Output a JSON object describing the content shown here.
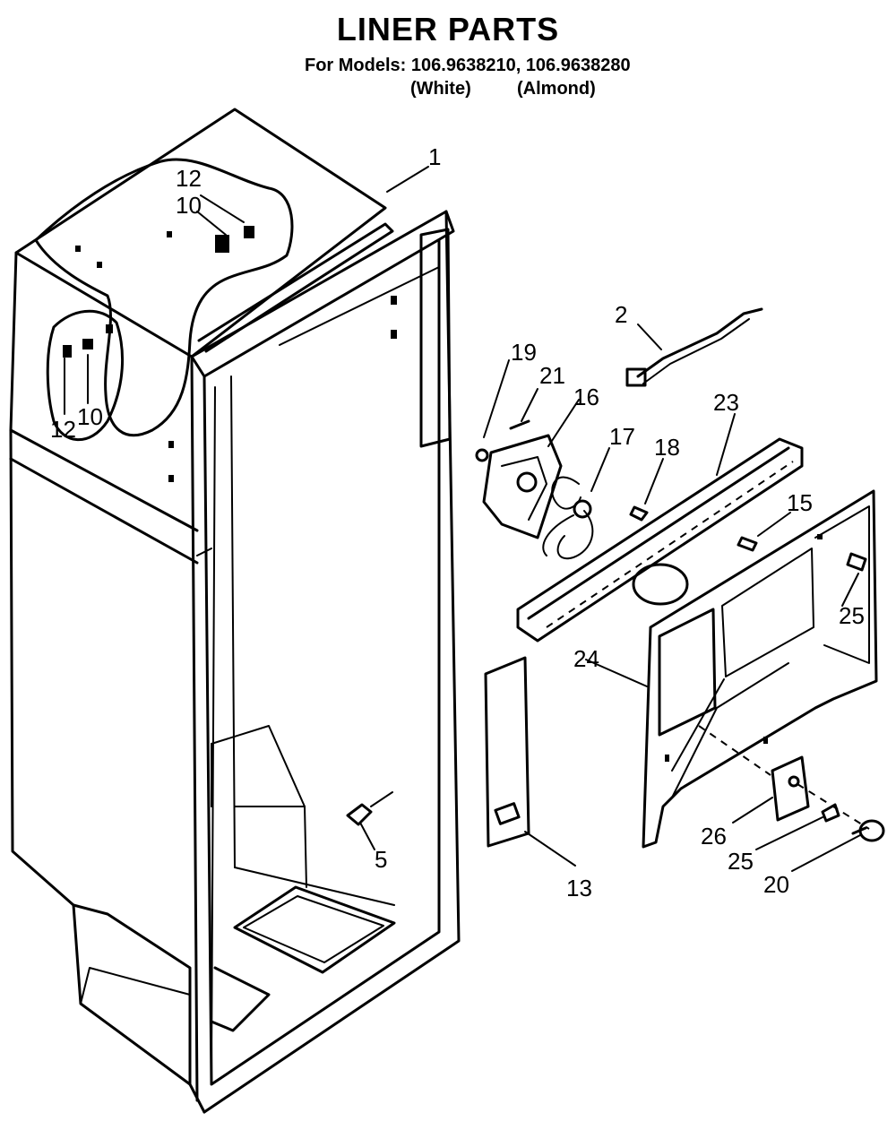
{
  "title": "LINER PARTS",
  "models": {
    "prefix": "For Models:",
    "model_1": "106.9638210,",
    "model_2": "106.9638280",
    "color_1": "(White)",
    "color_2": "(Almond)"
  },
  "callouts": {
    "c1": "1",
    "c2": "2",
    "c5": "5",
    "c10a": "10",
    "c10b": "10",
    "c12a": "12",
    "c12b": "12",
    "c13": "13",
    "c15": "15",
    "c16": "16",
    "c17": "17",
    "c18": "18",
    "c19": "19",
    "c20": "20",
    "c21": "21",
    "c23": "23",
    "c24": "24",
    "c25a": "25",
    "c25b": "25",
    "c26": "26"
  }
}
